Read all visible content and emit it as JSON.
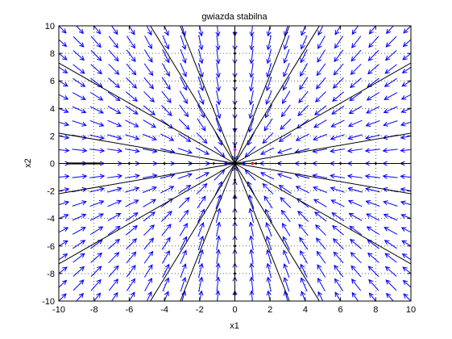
{
  "chart_data": {
    "type": "quiver",
    "title": "gwiazda stabilna",
    "xlabel": "x1",
    "ylabel": "x2",
    "xlim": [
      -10,
      10
    ],
    "ylim": [
      -10,
      10
    ],
    "xticks": [
      -10,
      -8,
      -6,
      -4,
      -2,
      0,
      2,
      4,
      6,
      8,
      10
    ],
    "yticks": [
      -10,
      -8,
      -6,
      -4,
      -2,
      0,
      2,
      4,
      6,
      8,
      10
    ],
    "grid": true,
    "grid_style": "dotted",
    "field": {
      "description": "stable star node: arrows point toward origin",
      "grid_x": [
        -10,
        -9,
        -8,
        -7,
        -6,
        -5,
        -4,
        -3,
        -2,
        -1,
        0,
        1,
        2,
        3,
        4,
        5,
        6,
        7,
        8,
        9,
        10
      ],
      "grid_y": [
        -10,
        -9,
        -8,
        -7,
        -6,
        -5,
        -4,
        -3,
        -2,
        -1,
        0,
        1,
        2,
        3,
        4,
        5,
        6,
        7,
        8,
        9,
        10
      ],
      "arrow_color": "#0000ff"
    },
    "trajectories": {
      "color": "#000000",
      "endpoints": [
        [
          10,
          0
        ],
        [
          -10,
          0
        ],
        [
          0,
          10
        ],
        [
          0,
          -10
        ],
        [
          10,
          7.3
        ],
        [
          10,
          -7.3
        ],
        [
          -10,
          7.3
        ],
        [
          -10,
          -7.3
        ],
        [
          10,
          2.2
        ],
        [
          10,
          -2.2
        ],
        [
          -10,
          2.2
        ],
        [
          -10,
          -2.2
        ],
        [
          3.1,
          10
        ],
        [
          -3.1,
          10
        ],
        [
          3.1,
          -10
        ],
        [
          -3.1,
          -10
        ],
        [
          4.8,
          10
        ],
        [
          -4.8,
          10
        ],
        [
          4.8,
          -10
        ],
        [
          -4.8,
          -10
        ]
      ]
    },
    "markers": [
      {
        "x": 0,
        "y": 1,
        "color": "#ff00ff"
      },
      {
        "x": 1,
        "y": 0,
        "color": "#ff0000"
      }
    ]
  }
}
